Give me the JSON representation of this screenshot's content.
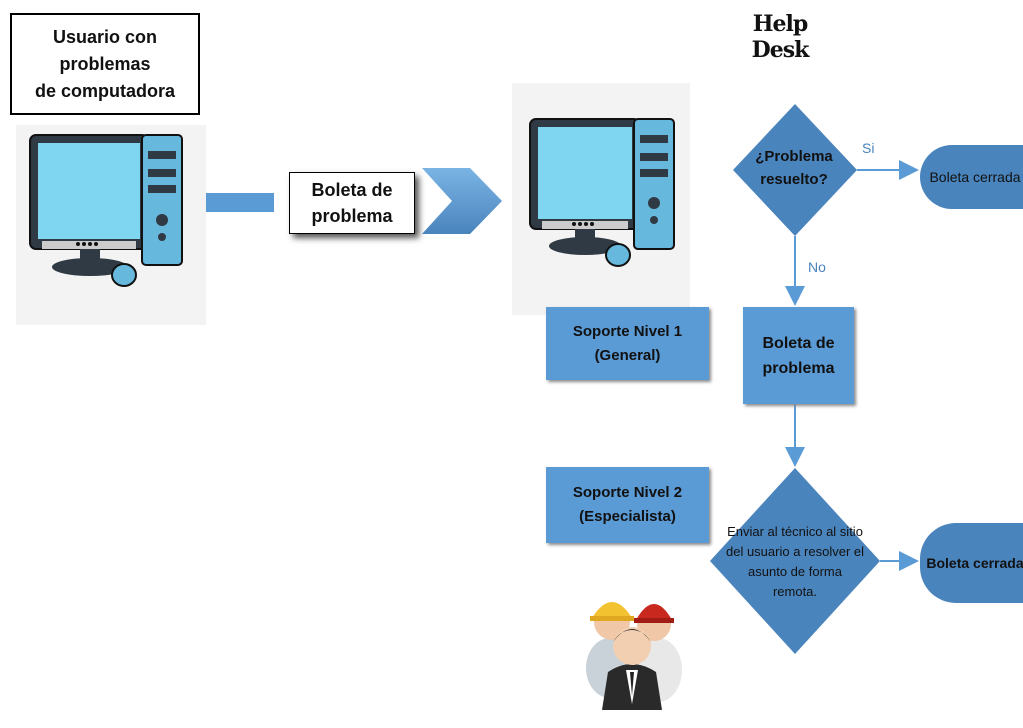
{
  "title": "Help Desk",
  "user": {
    "label_line1": "Usuario con problemas",
    "label_line2": "de computadora"
  },
  "ticket": {
    "line1": "Boleta de",
    "line2": "problema"
  },
  "support_level1": {
    "line1": "Soporte Nivel 1",
    "line2": "(General)"
  },
  "support_level2": {
    "line1": "Soporte Nivel 2",
    "line2": "(Especialista)"
  },
  "decision1": {
    "line1": "¿Problema",
    "line2": "resuelto?",
    "yes_label": "Si",
    "no_label": "No"
  },
  "decision1_yes_result": "Boleta cerrada",
  "ticket2": {
    "line1": "Boleta de",
    "line2": "problema"
  },
  "decision2": {
    "line1": "Enviar al técnico al sitio",
    "line2": "del usuario a resolver el",
    "line3": "asunto de forma",
    "line4": "remota."
  },
  "decision2_result": "Boleta cerrada",
  "colors": {
    "shape_blue": "#5b9bd5",
    "dark_blue": "#4a84bd",
    "monitor_screen": "#7fd6f0",
    "tower_blue": "#66b8dd"
  }
}
